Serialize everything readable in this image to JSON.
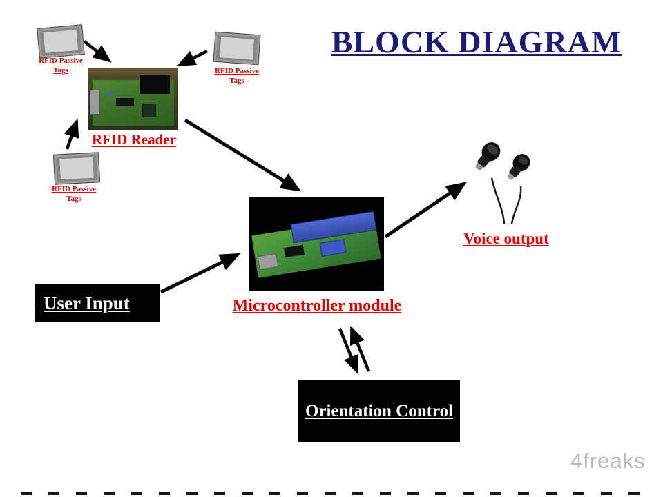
{
  "title": "BLOCK DIAGRAM",
  "watermark": "4freaks",
  "nodes": {
    "rfid_tag_1": {
      "label": "RFID Passive Tags",
      "icon": "rfid-tag-card"
    },
    "rfid_tag_2": {
      "label": "RFID Passive Tags",
      "icon": "rfid-tag-card"
    },
    "rfid_tag_3": {
      "label": "RFID Passive Tags",
      "icon": "rfid-tag-card"
    },
    "rfid_reader": {
      "label": "RFID Reader",
      "icon": "rfid-reader-board-photo"
    },
    "microcontroller": {
      "label": "Microcontroller module",
      "icon": "microcontroller-board-photo"
    },
    "user_input": {
      "label": "User Input"
    },
    "voice_output": {
      "label": "Voice output",
      "icon": "earphones-photo"
    },
    "orientation_control": {
      "label": "Orientation Control"
    }
  },
  "edges": [
    {
      "from": "rfid_tag_1",
      "to": "rfid_reader"
    },
    {
      "from": "rfid_tag_2",
      "to": "rfid_reader"
    },
    {
      "from": "rfid_tag_3",
      "to": "rfid_reader"
    },
    {
      "from": "rfid_reader",
      "to": "microcontroller"
    },
    {
      "from": "user_input",
      "to": "microcontroller"
    },
    {
      "from": "microcontroller",
      "to": "voice_output"
    },
    {
      "from": "microcontroller",
      "to": "orientation_control",
      "bidirectional": true
    }
  ],
  "colors": {
    "title": "#1b1b78",
    "label_red": "#e60000",
    "box_bg": "#000000",
    "box_text": "#ffffff",
    "watermark": "#b9b9b9",
    "arrow": "#000000"
  }
}
